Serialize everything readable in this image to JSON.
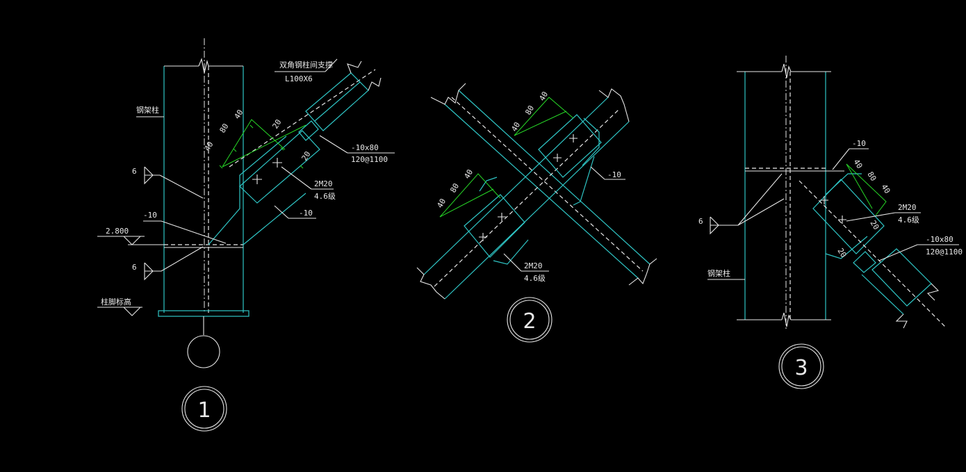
{
  "detail1": {
    "number": "1",
    "brace_label": "双角钢柱间支撑",
    "angle_label": "L100X6",
    "column_label": "钢架柱",
    "plate_label": "-10x80",
    "plate_spacing": "120@1100",
    "bolt_label": "2M20",
    "bolt_grade": "4.6级",
    "gusset_label": "-10",
    "gusset_label_2": "-10",
    "elevation": "2.800",
    "weld_top": "6",
    "weld_bottom": "6",
    "base_label": "柱脚标高",
    "dim_40a": "40",
    "dim_80": "80",
    "dim_40b": "40",
    "dim_20a": "20",
    "dim_20b": "20"
  },
  "detail2": {
    "number": "2",
    "gusset_label": "-10",
    "bolt_label": "2M20",
    "bolt_grade": "4.6级",
    "dim_a_40a": "40",
    "dim_a_80": "80",
    "dim_a_40b": "40",
    "dim_b_40a": "40",
    "dim_b_80": "80",
    "dim_b_40b": "40"
  },
  "detail3": {
    "number": "3",
    "gusset_label": "-10",
    "bolt_label": "2M20",
    "bolt_grade": "4.6级",
    "plate_label": "-10x80",
    "plate_spacing": "120@1100",
    "weld": "6",
    "column_label": "钢架柱",
    "dim_40a": "40",
    "dim_80": "80",
    "dim_40b": "40",
    "dim_20a": "20",
    "dim_20b": "20"
  }
}
